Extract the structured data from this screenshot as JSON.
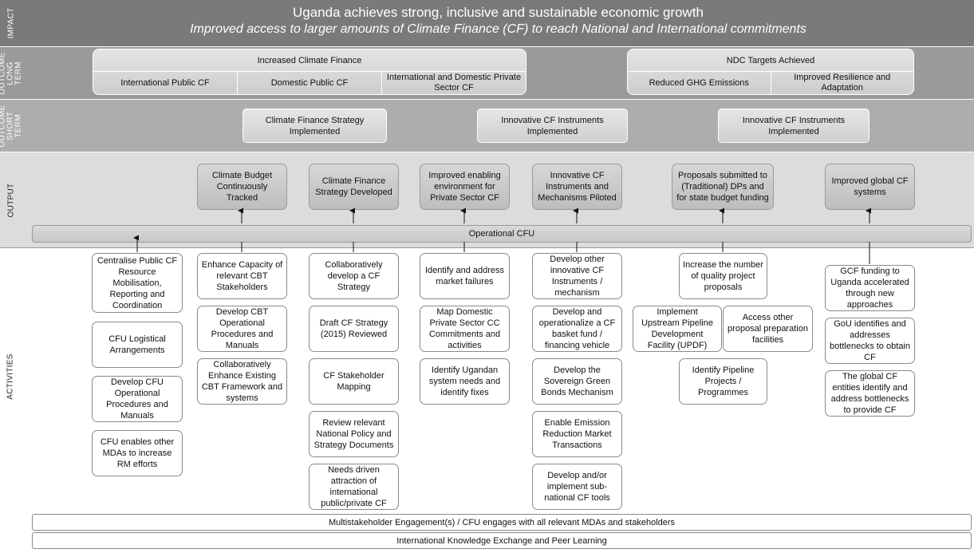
{
  "bands": {
    "impact": "IMPACT",
    "long_term": "OUTCOME\nLONG\nTERM",
    "short_term": "OUTCOME\nSHORT\nTERM",
    "output": "OUTPUT",
    "activities": "ACTIVITIES"
  },
  "impact": {
    "title": "Uganda achieves strong, inclusive and sustainable economic growth",
    "subtitle": "Improved access to larger amounts of Climate Finance (CF) to reach National and International commitments"
  },
  "long_term": {
    "climate_finance": {
      "header": "Increased Climate Finance",
      "items": [
        "International Public CF",
        "Domestic Public CF",
        "International and Domestic Private Sector CF"
      ]
    },
    "ndc": {
      "header": "NDC Targets Achieved",
      "items": [
        "Reduced GHG Emissions",
        "Improved Resilience and Adaptation"
      ]
    }
  },
  "short_term": [
    "Climate Finance Strategy Implemented",
    "Innovative CF Instruments Implemented",
    "Innovative CF Instruments Implemented"
  ],
  "outputs": [
    "Climate Budget Continuously Tracked",
    "Climate Finance Strategy Developed",
    "Improved enabling environment for Private Sector CF",
    "Innovative CF Instruments and Mechanisms Piloted",
    "Proposals submitted to (Traditional) DPs and for state budget funding",
    "Improved global CF systems"
  ],
  "operational_cfu": "Operational CFU",
  "activities": {
    "col1": [
      "Centralise Public CF Resource Mobilisation, Reporting and Coordination",
      "CFU Logistical Arrangements",
      "Develop CFU Operational Procedures and Manuals",
      "CFU enables other MDAs to increase RM efforts"
    ],
    "col2": [
      "Enhance Capacity of relevant CBT Stakeholders",
      "Develop CBT Operational Procedures and Manuals",
      "Collaboratively Enhance Existing CBT Framework and systems"
    ],
    "col3": [
      "Collaboratively develop a CF Strategy",
      "Draft CF Strategy (2015) Reviewed",
      "CF Stakeholder Mapping",
      "Review relevant National Policy and Strategy Documents",
      "Needs driven attraction of international public/private CF"
    ],
    "col4": [
      "Identify and address market failures",
      "Map Domestic Private Sector CC Commitments and activities",
      "Identify Ugandan system needs and identify fixes"
    ],
    "col5": [
      "Develop other innovative CF Instruments / mechanism",
      "Develop and operationalize a CF basket fund / financing vehicle",
      "Develop the Sovereign Green Bonds Mechanism",
      "Enable Emission Reduction Market Transactions",
      "Develop and/or implement sub-national CF tools"
    ],
    "col6": [
      "Increase the number of quality project proposals",
      "Implement Upstream Pipeline Development Facility (UPDF)",
      "Access other proposal preparation facilities",
      "Identify Pipeline Projects / Programmes"
    ],
    "col7": [
      "GCF funding to Uganda accelerated through new approaches",
      "GoU identifies and addresses bottlenecks to obtain CF",
      "The global CF entities identify and address bottlenecks to provide CF"
    ]
  },
  "cross_cutting": [
    "Multistakeholder Engagement(s) / CFU engages with all relevant MDAs and stakeholders",
    "International Knowledge Exchange and Peer Learning"
  ]
}
